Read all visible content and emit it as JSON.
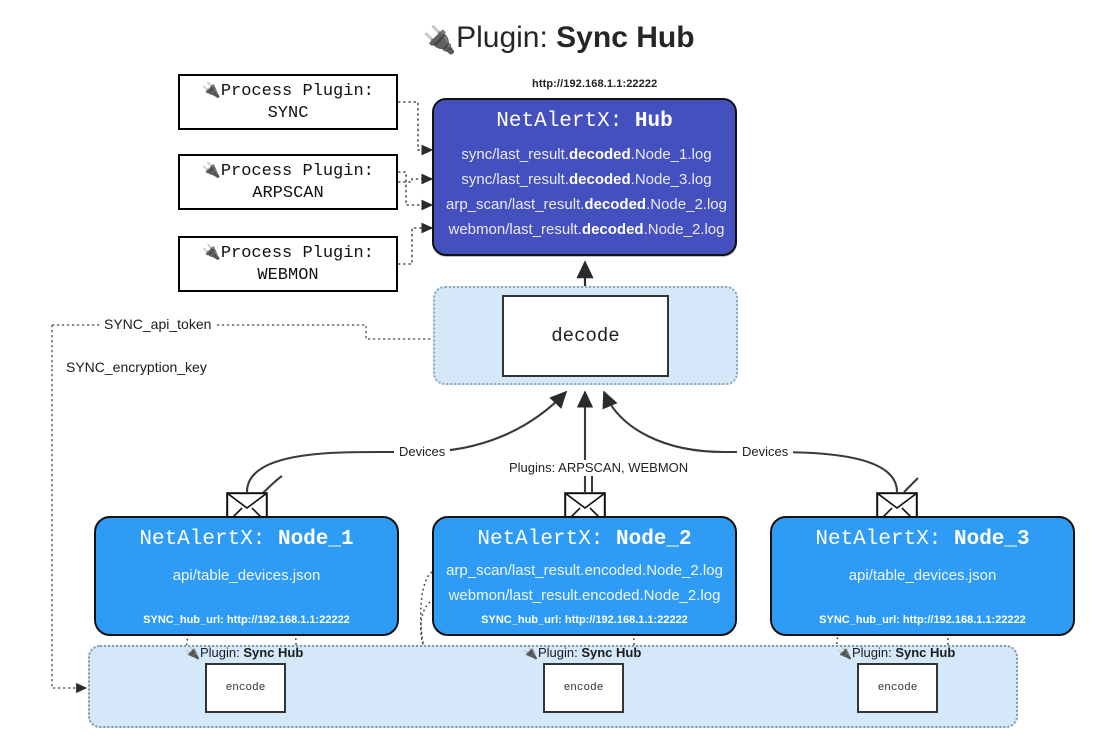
{
  "header": {
    "plug_icon": "🔌",
    "title_prefix": "Plugin: ",
    "title_name": "Sync Hub"
  },
  "process_plugins": [
    {
      "label_line1": "Process Plugin:",
      "label_line2": "SYNC",
      "icon": "plug-icon"
    },
    {
      "label_line1": "Process Plugin:",
      "label_line2": "ARPSCAN",
      "icon": "plug-icon"
    },
    {
      "label_line1": "Process Plugin:",
      "label_line2": "WEBMON",
      "icon": "plug-icon"
    }
  ],
  "hub": {
    "url": "http://192.168.1.1:22222",
    "title_prefix": "NetAlertX: ",
    "title_name": "Hub",
    "color": "#4450be",
    "lines": [
      {
        "pre": "sync/last_result.",
        "em": "decoded",
        "post": ".Node_1.log"
      },
      {
        "pre": "sync/last_result.",
        "em": "decoded",
        "post": ".Node_3.log"
      },
      {
        "pre": "arp_scan/last_result.",
        "em": "decoded",
        "post": ".Node_2.log"
      },
      {
        "pre": "webmon/last_result.",
        "em": "decoded",
        "post": ".Node_2.log"
      }
    ]
  },
  "decode": {
    "box_label": "decode",
    "container_color": "#d5e8f9"
  },
  "tokens": {
    "api_token": "SYNC_api_token",
    "encryption_key": "SYNC_encryption_key"
  },
  "edge_labels": {
    "devices_left": "Devices",
    "devices_right": "Devices",
    "plugins_middle": "Plugins: ARPSCAN, WEBMON"
  },
  "nodes": [
    {
      "title_prefix": "NetAlertX: ",
      "title_name": "Node_1",
      "color": "#2e9bf5",
      "lines": [
        "api/table_devices.json"
      ],
      "footer": "SYNC_hub_url: http://192.168.1.1:22222",
      "envelope_icon": "envelope-icon",
      "encode": {
        "plugin_prefix": "Plugin: ",
        "plugin_name": "Sync Hub",
        "box_label": "encode",
        "icon": "plug-icon"
      }
    },
    {
      "title_prefix": "NetAlertX: ",
      "title_name": "Node_2",
      "color": "#2e9bf5",
      "lines": [
        "arp_scan/last_result.encoded.Node_2.log",
        "webmon/last_result.encoded.Node_2.log"
      ],
      "footer": "SYNC_hub_url: http://192.168.1.1:22222",
      "envelope_icon": "envelope-icon",
      "encode": {
        "plugin_prefix": "Plugin: ",
        "plugin_name": "Sync Hub",
        "box_label": "encode",
        "icon": "plug-icon"
      }
    },
    {
      "title_prefix": "NetAlertX: ",
      "title_name": "Node_3",
      "color": "#2e9bf5",
      "lines": [
        "api/table_devices.json"
      ],
      "footer": "SYNC_hub_url: http://192.168.1.1:22222",
      "envelope_icon": "envelope-icon",
      "encode": {
        "plugin_prefix": "Plugin: ",
        "plugin_name": "Sync Hub",
        "box_label": "encode",
        "icon": "plug-icon"
      }
    }
  ]
}
